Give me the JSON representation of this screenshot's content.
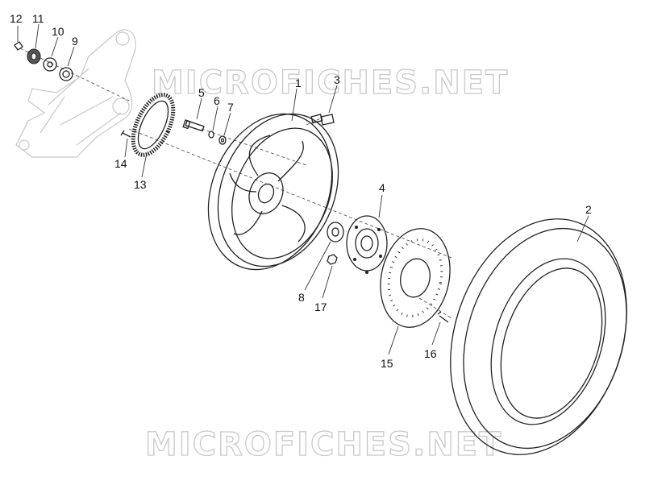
{
  "watermark": {
    "top_text": "MICROFICHES.NET",
    "bottom_text": "MICROFICHES.NET",
    "color": "#c9c9c9"
  },
  "callouts": {
    "p1": "1",
    "p2": "2",
    "p3": "3",
    "p4": "4",
    "p5": "5",
    "p6": "6",
    "p7": "7",
    "p8": "8",
    "p9": "9",
    "p10": "10",
    "p11": "11",
    "p12": "12",
    "p13": "13",
    "p14": "14",
    "p15": "15",
    "p16": "16",
    "p17": "17"
  }
}
